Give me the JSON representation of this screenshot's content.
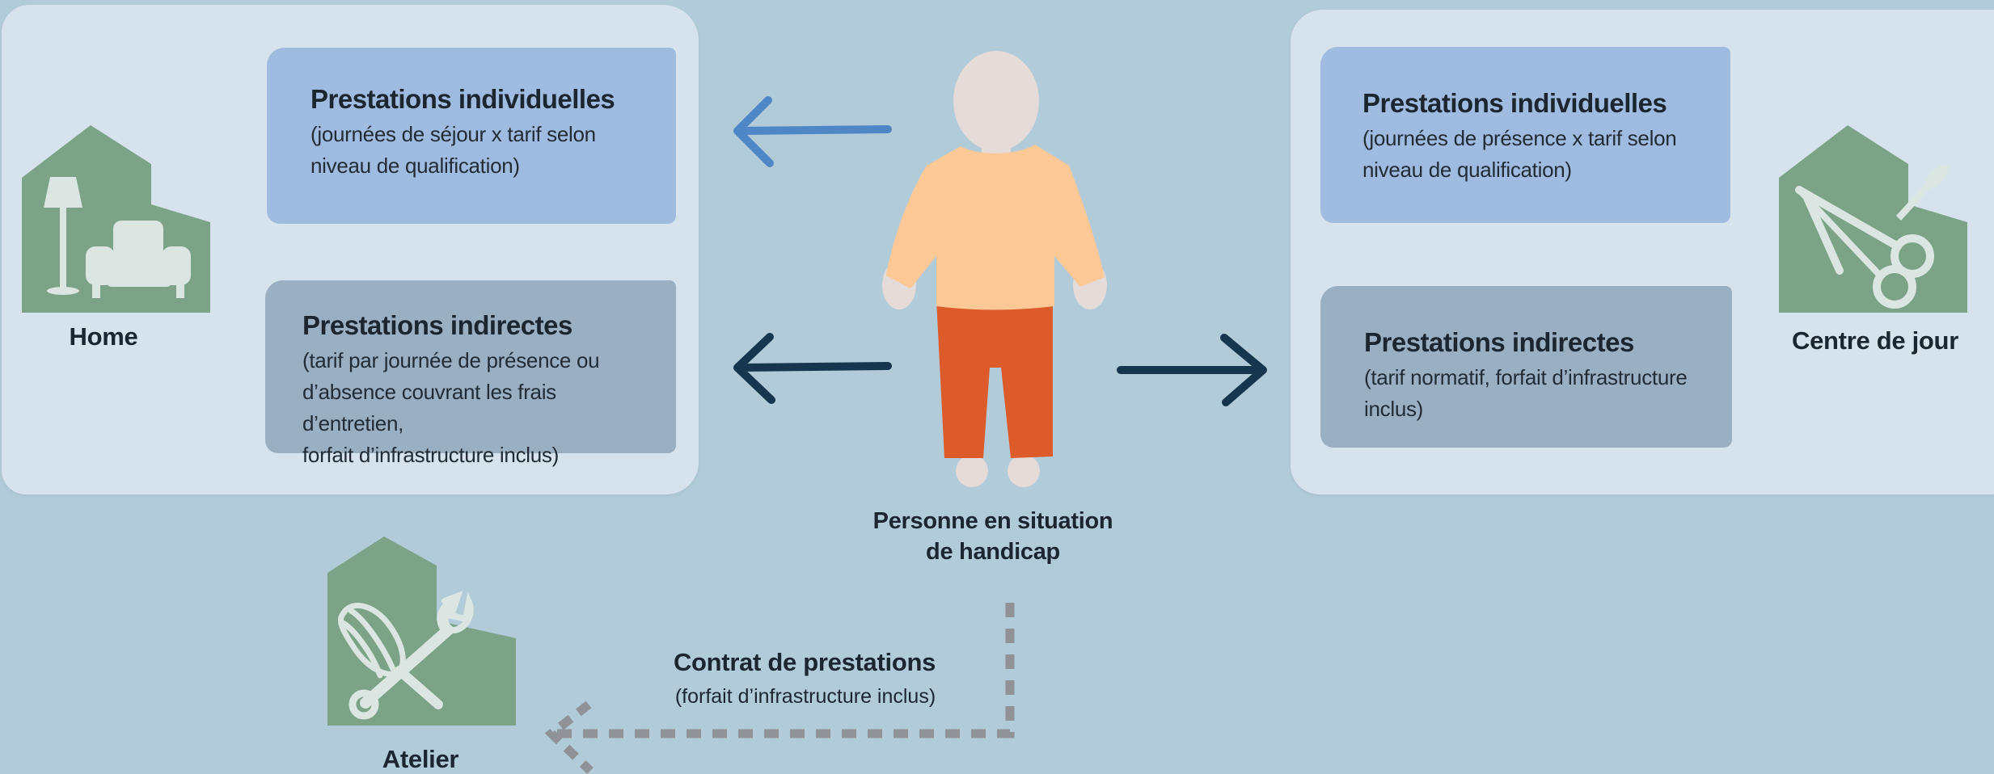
{
  "colors": {
    "background": "#b2cbd9",
    "panel": "#d6e2ec",
    "card_individual": "#a0bbe0",
    "card_indirect": "#9aafc2",
    "building": "#7ca387",
    "arrow_light": "#4e86c6",
    "arrow_dark": "#16364f",
    "contract_line": "#8f9296",
    "shirt": "#fbc896",
    "pants": "#dd5b2a",
    "skin": "#e5dbd8"
  },
  "left": {
    "building_label": "Home",
    "building_icon": "lamp-armchair-icon",
    "individual": {
      "title": "Prestations individuelles",
      "line1": "(journées de séjour x tarif selon",
      "line2": "niveau de qualification)"
    },
    "indirect": {
      "title": "Prestations indirectes",
      "line1": "(tarif par journée de présence ou",
      "line2": "d’absence couvrant les frais d’entretien,",
      "line3": "forfait d’infrastructure inclus)"
    }
  },
  "right": {
    "building_label": "Centre de jour",
    "building_icon": "scissors-brush-icon",
    "individual": {
      "title": "Prestations individuelles",
      "line1": "(journées de présence x tarif selon",
      "line2": "niveau de qualification)"
    },
    "indirect": {
      "title": "Prestations indirectes",
      "line1": "(tarif normatif, forfait d’infrastructure",
      "line2": "inclus)"
    }
  },
  "person": {
    "label_line1": "Personne en situation",
    "label_line2": "de handicap",
    "icon": "person-icon"
  },
  "atelier": {
    "building_label": "Atelier",
    "building_icon": "whisk-wrench-icon"
  },
  "contract": {
    "title": "Contrat de prestations",
    "subtitle": "(forfait d’infrastructure inclus)"
  }
}
